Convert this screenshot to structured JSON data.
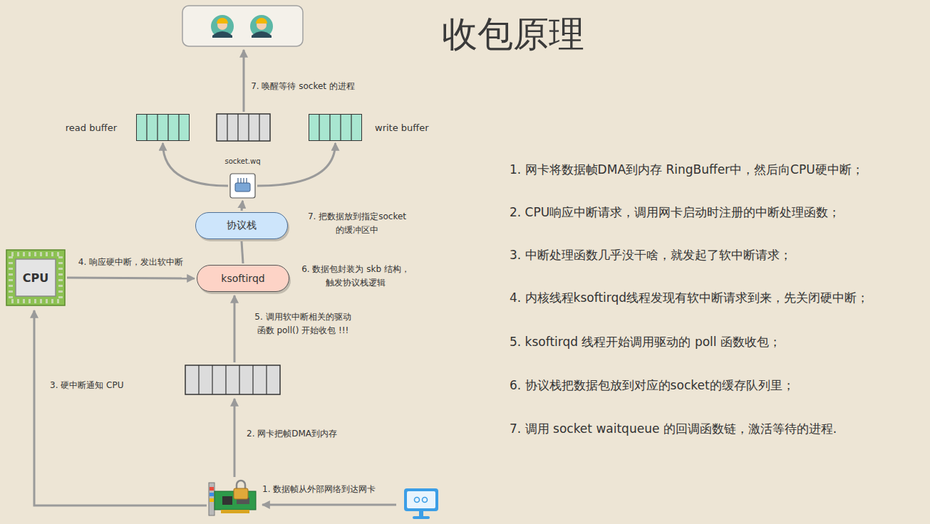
{
  "diagram": {
    "title": "收包原理",
    "nodes": [
      {
        "text": [
          "read buffer"
        ]
      },
      {
        "text": [
          "write buffer"
        ]
      },
      {
        "text": [
          "socket.wq"
        ]
      },
      {
        "text": [
          "协议栈"
        ]
      },
      {
        "text": [
          "CPU"
        ]
      },
      {
        "text": [
          "ksoftirqd"
        ]
      }
    ],
    "edges": [
      {
        "from": 3,
        "to": 2,
        "arrow": "to"
      },
      {
        "from": 2,
        "to": 0,
        "arrow": "to"
      },
      {
        "from": 2,
        "to": 1,
        "arrow": "to"
      },
      {
        "from": 5,
        "to": 3,
        "arrow": "none"
      },
      {
        "from": 4,
        "to": 5,
        "arrow": "to",
        "label": "4. 响应硬中断，发出软中断"
      }
    ],
    "labels": [
      "7. 唤醒等待 socket 的进程",
      "7. 把数据放到指定socket 的缓冲区中",
      "6. 数据包封装为 skb 结构，触发协议栈逻辑",
      "5. 调用软中断相关的驱动 函数 poll() 开始收包 !!!",
      "3. 硬中断通知 CPU",
      "2. 网卡把帧DMA到内存",
      "1. 数据帧从外部网络到达网卡",
      "1. 网卡将数据帧DMA到内存 RingBuffer中，然后向CPU硬中断；",
      "2. CPU响应中断请求，调用网卡启动时注册的中断处理函数；",
      "3. 中断处理函数几乎没干啥，就发起了软中断请求；",
      "4. 内核线程ksoftirqd线程发现有软中断请求到来，先关闭硬中断；",
      "5. ksoftirqd 线程开始调用驱动的 poll 函数收包；",
      "6. 协议栈把数据包放到对应的socket的缓存队列里；",
      "7. 调用 socket waitqueue 的回调函数链，激活等待的进程."
    ]
  }
}
